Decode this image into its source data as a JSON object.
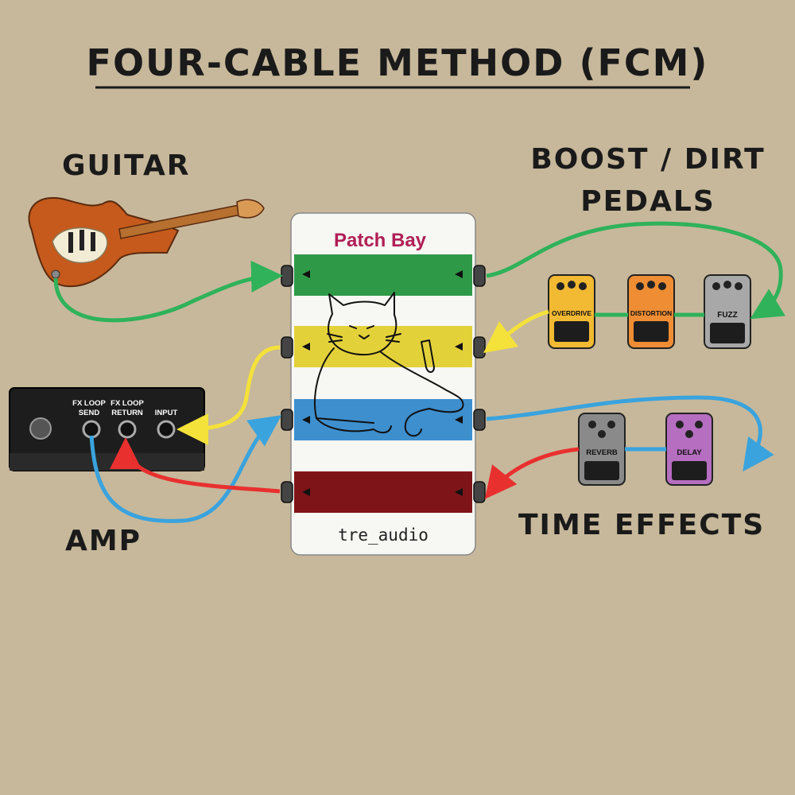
{
  "title": "FOUR-CABLE METHOD (FCM)",
  "labels": {
    "guitar": "GUITAR",
    "boost_line1": "BOOST / DIRT",
    "boost_line2": "PEDALS",
    "amp": "AMP",
    "time_effects": "TIME EFFECTS"
  },
  "patch_bay": {
    "name": "Patch Bay",
    "brand": "tre_audio",
    "strip_colors": [
      "#2e9a47",
      "#e3d13a",
      "#3d8fce",
      "#7e1418"
    ]
  },
  "amp": {
    "fx_send": [
      "FX LOOP",
      "SEND"
    ],
    "fx_return": [
      "FX LOOP",
      "RETURN"
    ],
    "input": "INPUT"
  },
  "pedals": {
    "overdrive": "OVERDRIVE",
    "distortion": "DISTORTION",
    "fuzz": "FUZZ",
    "reverb": "REVERB",
    "delay": "DELAY"
  },
  "colors": {
    "background": "#c7b89b",
    "cable_green": "#2fb25a",
    "cable_yellow": "#f4e23a",
    "cable_blue": "#3aa3dd",
    "cable_red": "#e8302f",
    "overdrive": "#f2b932",
    "distortion": "#ee8d33",
    "fuzz": "#a8a8a8",
    "reverb": "#8a8a8a",
    "delay": "#b56ec0"
  }
}
